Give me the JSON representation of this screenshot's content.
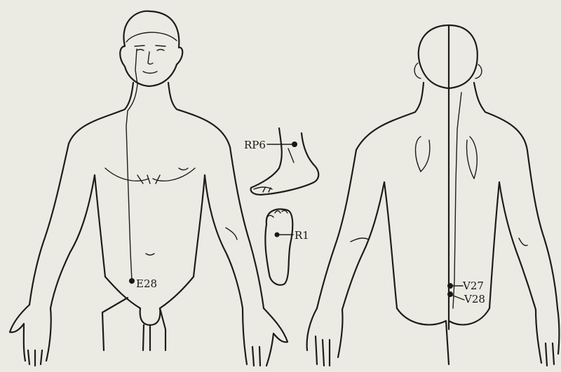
{
  "points": {
    "rp6": "RP6",
    "r1": "R1",
    "e28": "E28",
    "v27": "V27",
    "v28": "V28"
  },
  "colors": {
    "paper": "#ecebe3",
    "ink": "#1f1c1a"
  }
}
